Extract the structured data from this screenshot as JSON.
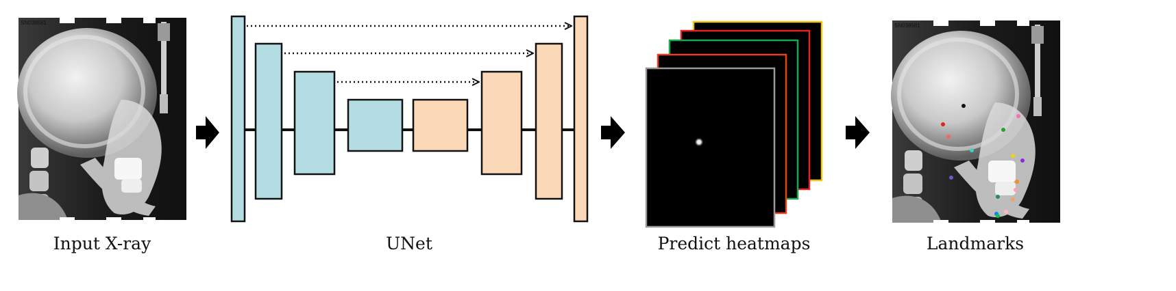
{
  "captions": {
    "input": "Input X-ray",
    "unet": "UNet",
    "heatmaps": "Predict heatmaps",
    "landmarks": "Landmarks"
  },
  "xray_label": "SN038581",
  "colors": {
    "encoder": "#b3dde3",
    "decoder": "#fbd8b7",
    "heatmap_frames": [
      "#9a9a9a",
      "#e8421b",
      "#1aa84c",
      "#e62222",
      "#f2c417"
    ]
  },
  "landmark_colors": [
    "#111111",
    "#e2231a",
    "#ee6a6a",
    "#2ca02c",
    "#3fd0c8",
    "#f0d020",
    "#8a2be2",
    "#ff8c1a",
    "#ff9fb0",
    "#2e8b57",
    "#1f77ff",
    "#f4a460",
    "#6a5acd",
    "#ffb6c1",
    "#00c853",
    "#ff69b4"
  ]
}
